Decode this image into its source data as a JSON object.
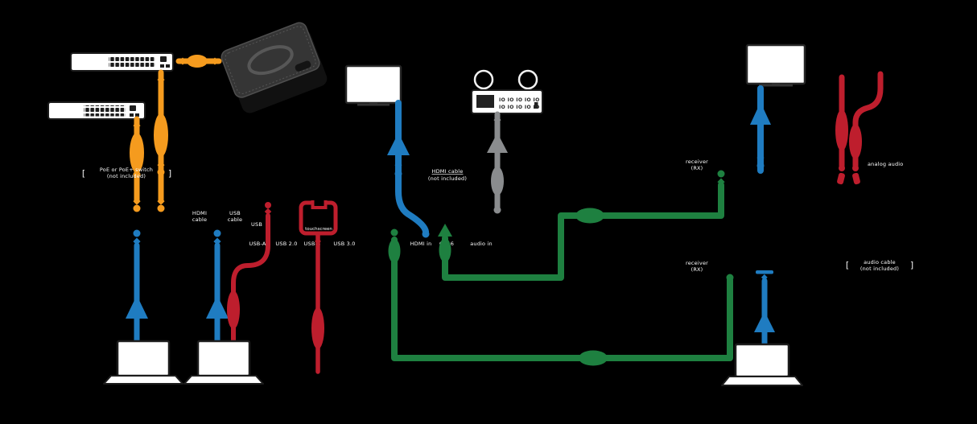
{
  "colors": {
    "background": "#000000",
    "ethernet": "#F59B1E",
    "hdmi": "#1F7CC1",
    "usb": "#BE1E2D",
    "catx": "#1E8040",
    "audio": "#8A8C8E",
    "device_fill": "#FFFFFF",
    "device_stroke": "#1C1C1C"
  },
  "labels": {
    "switch_note": {
      "open": "[",
      "l1": "PoE or PoE+ switch",
      "l2": "(not included)",
      "close": "]"
    },
    "laptop_video": {
      "l1": "HDMI",
      "l2": "cable"
    },
    "laptop_usb": {
      "l1": "USB",
      "l2": "cable"
    },
    "usb_plug": "USB",
    "conn_row_left": {
      "a": "USB-A",
      "b": "USB 2.0",
      "c": "USB-B",
      "d": "USB 3.0"
    },
    "conn_row_center": {
      "a": "HDMI in",
      "b": "Cat 6",
      "c": "audio in"
    },
    "hdmi_note": {
      "l1": "HDMI cable",
      "l2": "(not included)"
    },
    "rx_top": {
      "l1": "receiver",
      "l2": "(RX)"
    },
    "rx_bottom": {
      "l1": "receiver",
      "l2": "(RX)"
    },
    "audio_out": "analog audio",
    "audio_note": {
      "open": "[",
      "l1": "audio cable",
      "l2": "(not included)",
      "close": "]"
    },
    "touch_device": "touchscreen",
    "amp_ports": {
      "row1": "IO IO IO IO IO",
      "row2": "IO IO IO IO IO"
    }
  },
  "devices": {
    "switch_top": "24-port network switch",
    "switch_bottom": "24-port network switch",
    "pod": "collaboration pod",
    "monitor_center": "display",
    "monitor_top_right": "display",
    "amp": "audio amplifier with speakers",
    "laptop_1": "laptop",
    "laptop_2": "laptop",
    "laptop_right": "laptop",
    "touch_box": "touchscreen device"
  }
}
